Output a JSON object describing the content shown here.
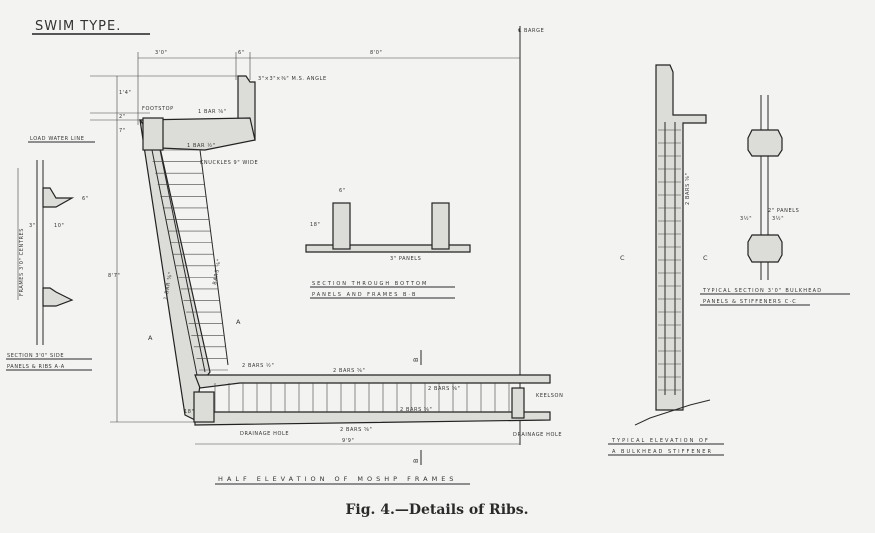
{
  "title": "SWIM TYPE.",
  "figure_caption": "Fig. 4.—Details of Ribs.",
  "centerline_label": "℄ BARGE",
  "main_elevation": {
    "caption": "HALF ELEVATION OF MOSHP FRAMES",
    "dims": {
      "top_left": "3'0\"",
      "top_mid": "6\"",
      "top_right": "8'0\"",
      "h1": "1'4\"",
      "h2": "2\"",
      "h3": "7\"",
      "height": "8'7\"",
      "bottom": "9'9\"",
      "corner": "18\""
    },
    "labels": {
      "angle": "3\"×3\"×⅜\" M.S. ANGLE",
      "footstop": "FOOTSTOP",
      "bar1": "1 BAR ⅝\"",
      "bar2": "1 BAR ½\"",
      "knuckles": "KNUCKLES 9\" WIDE",
      "load_water_line": "LOAD WATER LINE",
      "side_bar1": "1 BAR ⅝\"",
      "side_bar2": "BARS ⅝\"",
      "a_left": "A",
      "a_right": "A",
      "bars_corner": "2 BARS ½\"",
      "bars_top": "2 BARS ⅝\"",
      "bars_mid": "2 BARS ⅝\"",
      "bars_low": "2 BARS ⅝\"",
      "bars_bottom": "2 BARS ⅝\"",
      "drainage_left": "DRAINAGE HOLE",
      "drainage_right": "DRAINAGE HOLE",
      "keelson": "KEELSON",
      "b_top": "B",
      "b_bottom": "B"
    }
  },
  "section_aa": {
    "caption_line1": "SECTION 3'0\" SIDE",
    "caption_line2": "PANELS & RIBS A·A",
    "frames_label": "FRAMES 3'0\" CENTRES",
    "dim_a": "6\"",
    "dim_b": "3\"",
    "dim_c": "10\""
  },
  "section_bb": {
    "caption_line1": "SECTION THROUGH BOTTOM",
    "caption_line2": "PANELS AND FRAMES B·B",
    "dim_width": "6\"",
    "dim_height": "18\"",
    "panels": "3\" PANELS"
  },
  "stiffener": {
    "caption_line1": "TYPICAL ELEVATION OF",
    "caption_line2": "A BULKHEAD STIFFENER",
    "bars": "2 BARS ⅝\"",
    "c_left": "C",
    "c_right": "C"
  },
  "section_cc": {
    "caption_line1": "TYPICAL SECTION 3'0\" BULKHEAD",
    "caption_line2": "PANELS & STIFFENERS C·C",
    "panels": "2\" PANELS",
    "dim_left": "3½\"",
    "dim_right": "3½\""
  }
}
